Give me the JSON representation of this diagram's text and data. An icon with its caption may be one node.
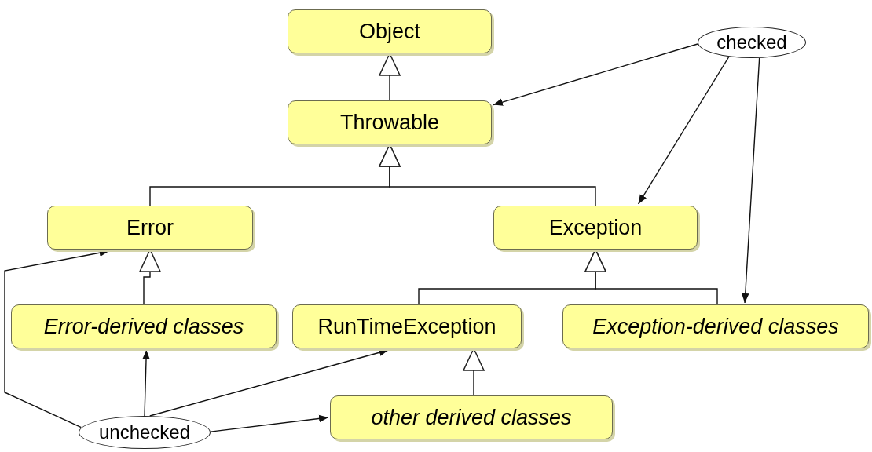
{
  "diagram": {
    "nodes": [
      {
        "text": [
          "Object"
        ]
      },
      {
        "text": [
          "Throwable"
        ]
      },
      {
        "text": [
          "Error"
        ]
      },
      {
        "text": [
          "Exception"
        ]
      },
      {
        "text": [
          "Error-derived classes"
        ]
      },
      {
        "text": [
          "RunTimeException"
        ]
      },
      {
        "text": [
          "Exception-derived classes"
        ]
      },
      {
        "text": [
          "other derived classes"
        ]
      },
      {
        "text": [
          "checked"
        ]
      },
      {
        "text": [
          "unchecked"
        ]
      }
    ],
    "edges": [
      {
        "from": 1,
        "to": 0,
        "arrow": "to"
      },
      {
        "from": 2,
        "to": 1,
        "arrow": "to"
      },
      {
        "from": 3,
        "to": 1,
        "arrow": "to"
      },
      {
        "from": 4,
        "to": 2,
        "arrow": "to"
      },
      {
        "from": 5,
        "to": 3,
        "arrow": "to"
      },
      {
        "from": 6,
        "to": 3,
        "arrow": "to"
      },
      {
        "from": 7,
        "to": 5,
        "arrow": "to"
      },
      {
        "from": 8,
        "to": 1,
        "arrow": "to"
      },
      {
        "from": 8,
        "to": 3,
        "arrow": "to"
      },
      {
        "from": 8,
        "to": 6,
        "arrow": "to"
      },
      {
        "from": 9,
        "to": 2,
        "arrow": "to"
      },
      {
        "from": 9,
        "to": 4,
        "arrow": "to"
      },
      {
        "from": 9,
        "to": 5,
        "arrow": "to"
      },
      {
        "from": 9,
        "to": 7,
        "arrow": "to"
      }
    ]
  }
}
